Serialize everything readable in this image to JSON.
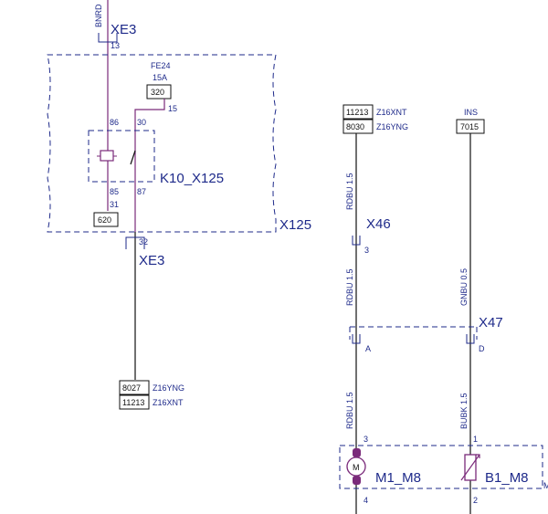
{
  "top_wire": {
    "label": "BNRD"
  },
  "xe3_top": {
    "name": "XE3",
    "pin": "13"
  },
  "fuse": {
    "name": "FE24",
    "rating": "15A",
    "box": "320",
    "pin": "15"
  },
  "relay": {
    "name": "K10_X125",
    "pins": {
      "p86": "86",
      "p30": "30",
      "p85": "85",
      "p87": "87",
      "p31": "31"
    },
    "ground_box": "620"
  },
  "x125": {
    "name": "X125"
  },
  "xe3_bottom": {
    "name": "XE3",
    "pin": "32"
  },
  "ref_bottom_left": [
    {
      "box": "8027",
      "text": "Z16YNG"
    },
    {
      "box": "11213",
      "text": "Z16XNT"
    }
  ],
  "ref_top_right": [
    {
      "box": "11213",
      "text": "Z16XNT"
    },
    {
      "box": "8030",
      "text": "Z16YNG"
    }
  ],
  "ins": {
    "label": "INS",
    "box": "7015"
  },
  "wire_labels": {
    "rdbu_top": "RDBU 1.5",
    "rdbu_mid": "RDBU 1.5",
    "gnbu": "GNBU 0.5",
    "rdbu_low": "RDBU 1.5",
    "bubk": "BUBK 1.5"
  },
  "x46": {
    "name": "X46",
    "pin": "3"
  },
  "x47": {
    "name": "X47",
    "pin_a": "A",
    "pin_d": "D"
  },
  "motor": {
    "name": "M1_M8",
    "symbol": "M",
    "pin_top": "3",
    "pin_bottom": "4"
  },
  "sensor": {
    "name": "B1_M8",
    "pin_top": "1",
    "pin_bottom": "2"
  },
  "edge_mark": "M"
}
